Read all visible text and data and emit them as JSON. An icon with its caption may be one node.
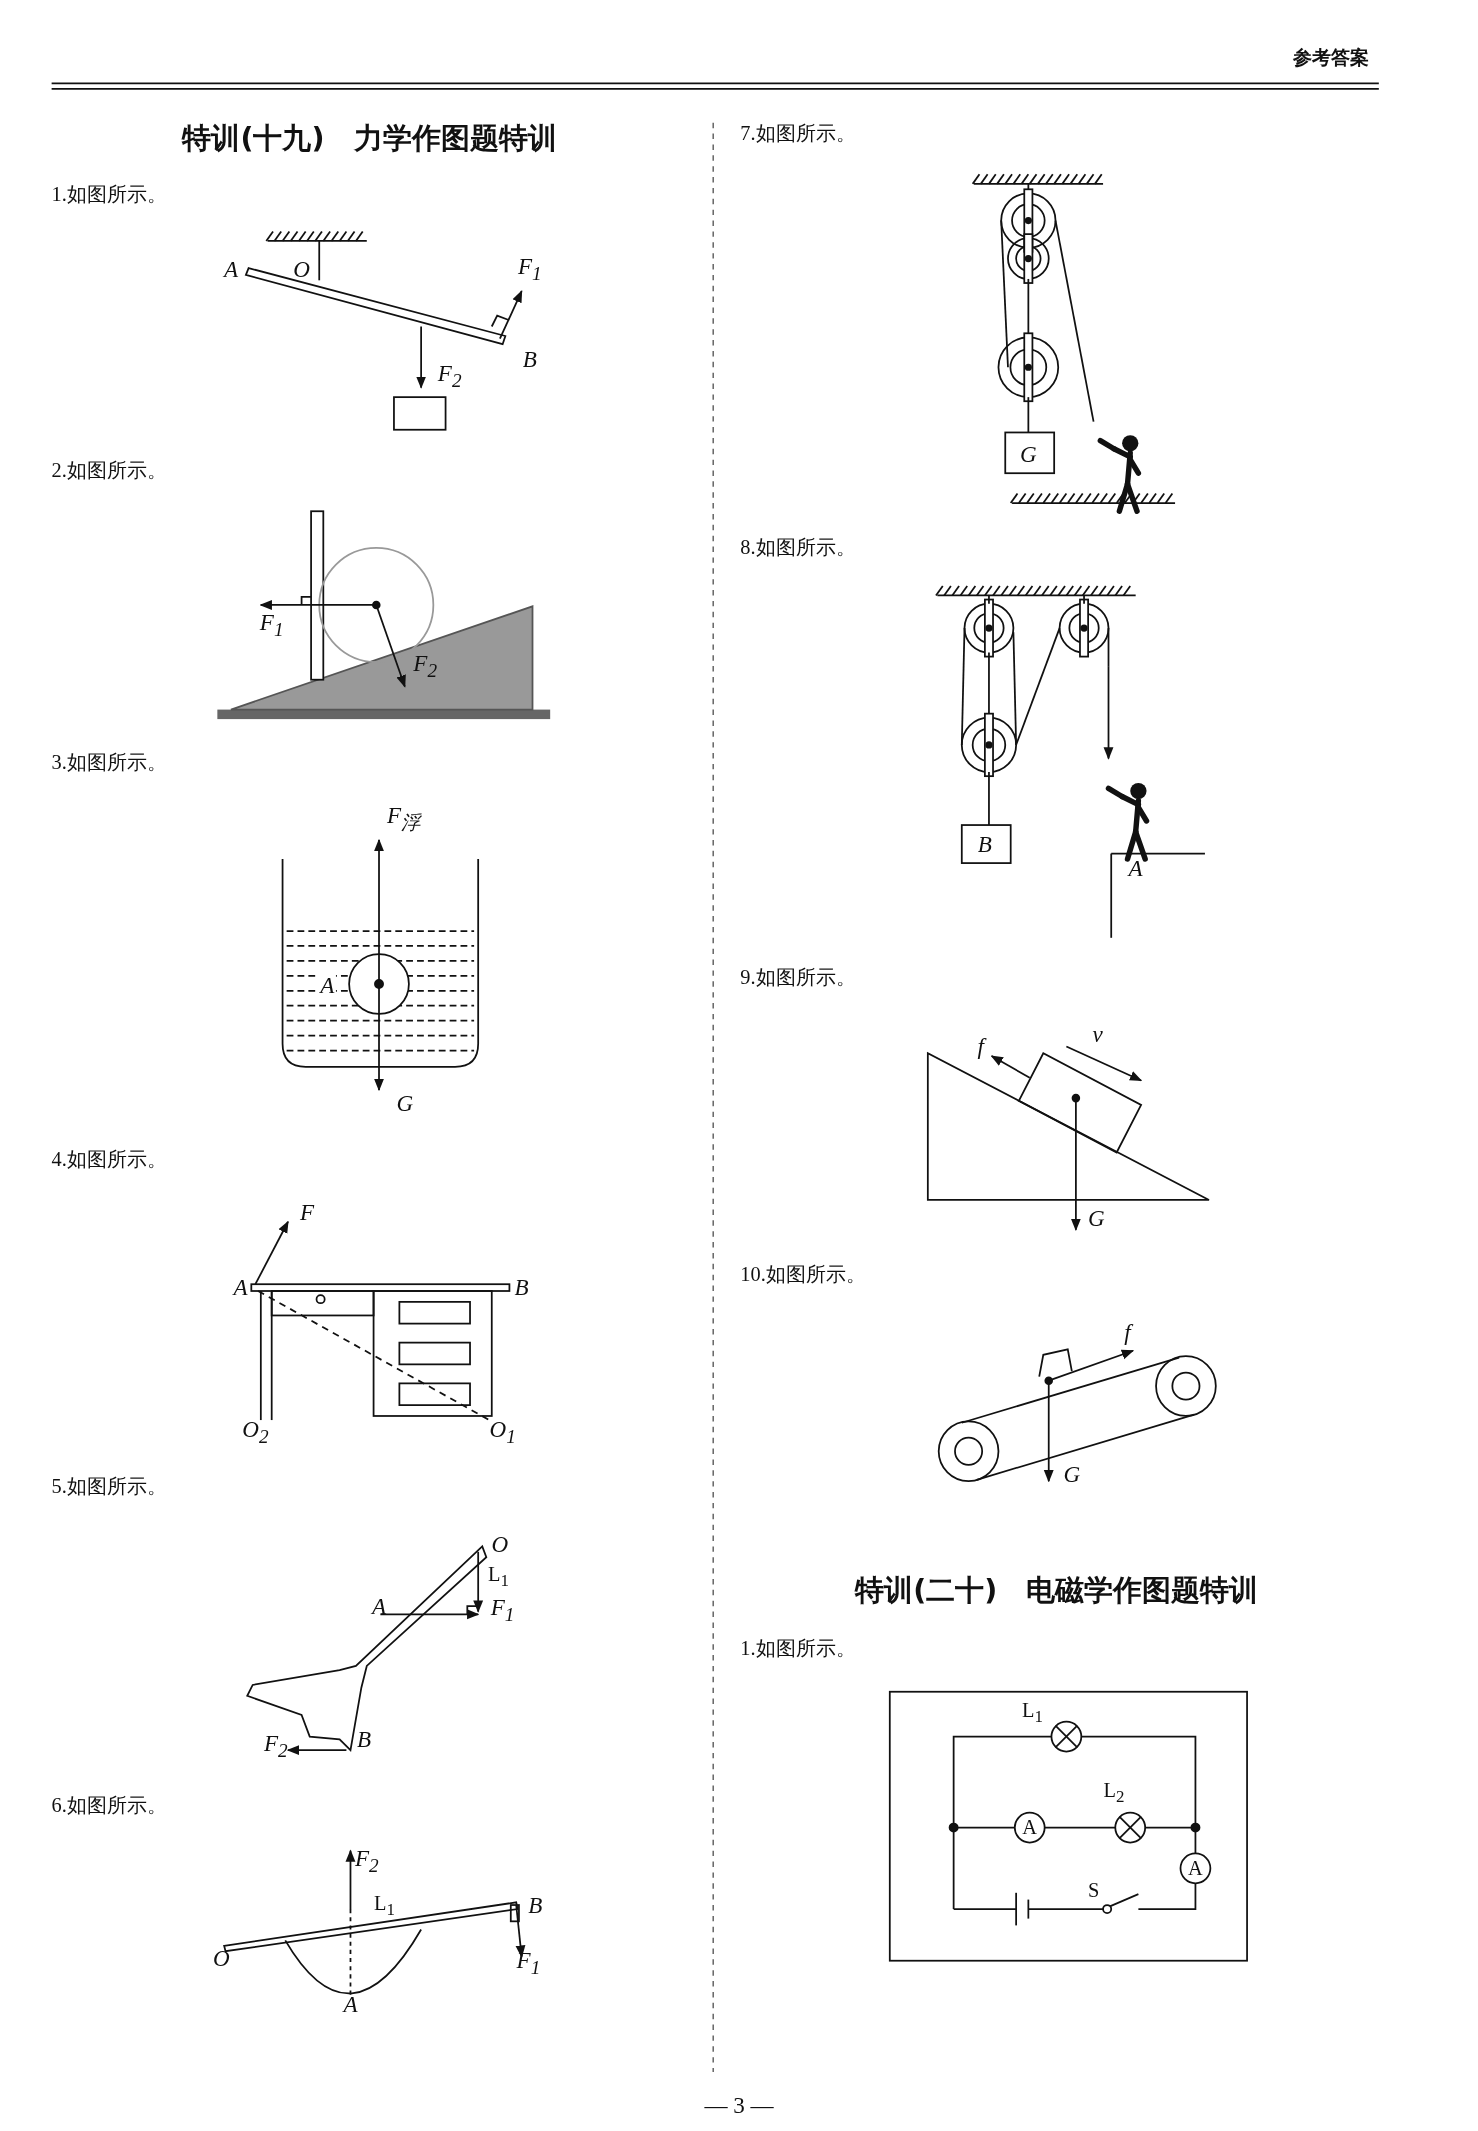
{
  "diagram": {
    "labels": [
      "参考答案",
      "特训(十九)　力学作图题特训",
      "1.如图所示。",
      "A",
      "O",
      "F$_{1}$",
      "B",
      "F$_{2}$",
      "2.如图所示。",
      "F$_{1}$",
      "F$_{2}$",
      "3.如图所示。",
      "F$_{浮}$",
      "A",
      "G",
      "4.如图所示。",
      "F",
      "A",
      "B",
      "O$_{2}$",
      "O$_{1}$",
      "5.如图所示。",
      "O",
      "L$_{1}$",
      "A",
      "F$_{1}$",
      "F$_{2}$",
      "B",
      "6.如图所示。",
      "F$_{2}$",
      "L$_{1}$",
      "B",
      "O",
      "F$_{1}$",
      "A",
      "7.如图所示。",
      "G",
      "8.如图所示。",
      "B",
      "A",
      "9.如图所示。",
      "f",
      "v",
      "G",
      "10.如图所示。",
      "f",
      "G",
      "特训(二十)　电磁学作图题特训",
      "1.如图所示。",
      "L$_{1}$",
      "L$_{2}$",
      "A",
      "A",
      "S",
      "— 3 —"
    ]
  }
}
